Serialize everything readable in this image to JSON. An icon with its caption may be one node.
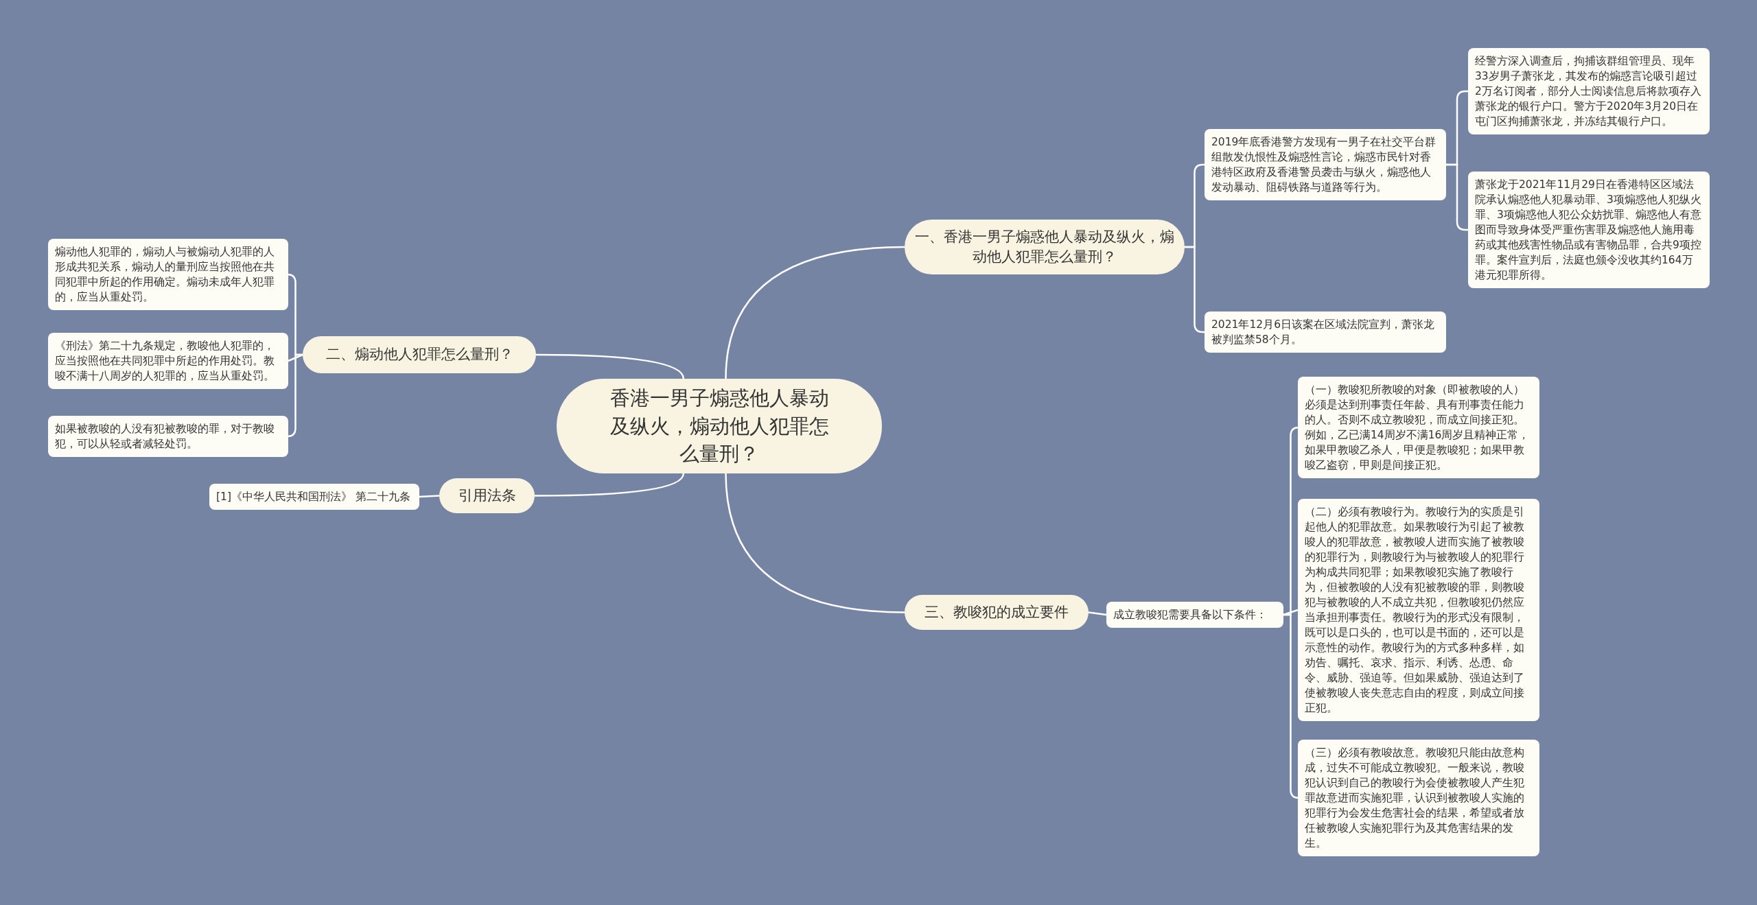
{
  "diagram": {
    "nodes": [
      {
        "text": [
          "香港一男子煽惑他人暴动及纵火，煽动他人犯罪怎么量刑？"
        ]
      },
      {
        "text": [
          "一、香港一男子煽惑他人暴动及纵火，煽动他人犯罪怎么量刑？"
        ]
      },
      {
        "text": [
          "2019年底香港警方发现有一男子在社交平台群组散发仇恨性及煽惑性言论，煽惑市民针对香港特区政府及香港警员袭击与纵火，煽惑他人发动暴动、阻碍铁路与道路等行为。"
        ]
      },
      {
        "text": [
          "经警方深入调查后，拘捕该群组管理员、现年33岁男子萧张龙，其发布的煽惑言论吸引超过2万名订阅者，部分人士阅读信息后将款项存入萧张龙的银行户口。警方于2020年3月20日在屯门区拘捕萧张龙，并冻结其银行户口。"
        ]
      },
      {
        "text": [
          "萧张龙于2021年11月29日在香港特区区域法院承认煽惑他人犯暴动罪、3项煽惑他人犯纵火罪、3项煽惑他人犯公众妨扰罪、煽惑他人有意图而导致身体受严重伤害罪及煽惑他人施用毒药或其他残害性物品或有害物品罪，合共9项控罪。案件宣判后，法庭也颁令没收其约164万港元犯罪所得。"
        ]
      },
      {
        "text": [
          "2021年12月6日该案在区域法院宣判，萧张龙被判监禁58个月。"
        ]
      },
      {
        "text": [
          "二、煽动他人犯罪怎么量刑？"
        ]
      },
      {
        "text": [
          "煽动他人犯罪的，煽动人与被煽动人犯罪的人形成共犯关系，煽动人的量刑应当按照他在共同犯罪中所起的作用确定。煽动未成年人犯罪的，应当从重处罚。"
        ]
      },
      {
        "text": [
          "《刑法》第二十九条规定，教唆他人犯罪的，应当按照他在共同犯罪中所起的作用处罚。教唆不满十八周岁的人犯罪的，应当从重处罚。"
        ]
      },
      {
        "text": [
          "如果被教唆的人没有犯被教唆的罪，对于教唆犯，可以从轻或者减轻处罚。"
        ]
      },
      {
        "text": [
          "引用法条"
        ]
      },
      {
        "text": [
          "[1]《中华人民共和国刑法》 第二十九条"
        ]
      },
      {
        "text": [
          "三、教唆犯的成立要件"
        ]
      },
      {
        "text": [
          "成立教唆犯需要具备以下条件："
        ]
      },
      {
        "text": [
          "（一）教唆犯所教唆的对象（即被教唆的人）必须是达到刑事责任年龄、具有刑事责任能力的人。否则不成立教唆犯，而成立间接正犯。例如，乙已满14周岁不满16周岁且精神正常，如果甲教唆乙杀人，甲便是教唆犯；如果甲教唆乙盗窃，甲则是间接正犯。"
        ]
      },
      {
        "text": [
          "（二）必须有教唆行为。教唆行为的实质是引起他人的犯罪故意。如果教唆行为引起了被教唆人的犯罪故意，被教唆人进而实施了被教唆的犯罪行为，则教唆行为与被教唆人的犯罪行为构成共同犯罪；如果教唆犯实施了教唆行为，但被教唆的人没有犯被教唆的罪，则教唆犯与被教唆的人不成立共犯，但教唆犯仍然应当承担刑事责任。教唆行为的形式没有限制，既可以是口头的，也可以是书面的，还可以是示意性的动作。教唆行为的方式多种多样，如劝告、嘱托、哀求、指示、利诱、怂恿、命令、威胁、强迫等。但如果威胁、强迫达到了使被教唆人丧失意志自由的程度，则成立间接正犯。"
        ]
      },
      {
        "text": [
          "（三）必须有教唆故意。教唆犯只能由故意构成，过失不可能成立教唆犯。一般来说，教唆犯认识到自己的教唆行为会使被教唆人产生犯罪故意进而实施犯罪，认识到被教唆人实施的犯罪行为会发生危害社会的结果，希望或者放任被教唆人实施犯罪行为及其危害结果的发生。"
        ]
      }
    ],
    "edges": [
      {
        "from": 0,
        "to": 1,
        "arrow": "none"
      },
      {
        "from": 1,
        "to": 2,
        "arrow": "none"
      },
      {
        "from": 2,
        "to": 3,
        "arrow": "none"
      },
      {
        "from": 2,
        "to": 4,
        "arrow": "none"
      },
      {
        "from": 1,
        "to": 5,
        "arrow": "none"
      },
      {
        "from": 0,
        "to": 6,
        "arrow": "none"
      },
      {
        "from": 6,
        "to": 7,
        "arrow": "none"
      },
      {
        "from": 6,
        "to": 8,
        "arrow": "none"
      },
      {
        "from": 6,
        "to": 9,
        "arrow": "none"
      },
      {
        "from": 0,
        "to": 10,
        "arrow": "none"
      },
      {
        "from": 10,
        "to": 11,
        "arrow": "none"
      },
      {
        "from": 0,
        "to": 12,
        "arrow": "none"
      },
      {
        "from": 12,
        "to": 13,
        "arrow": "none"
      },
      {
        "from": 13,
        "to": 14,
        "arrow": "none"
      },
      {
        "from": 13,
        "to": 15,
        "arrow": "none"
      },
      {
        "from": 13,
        "to": 16,
        "arrow": "none"
      }
    ]
  }
}
